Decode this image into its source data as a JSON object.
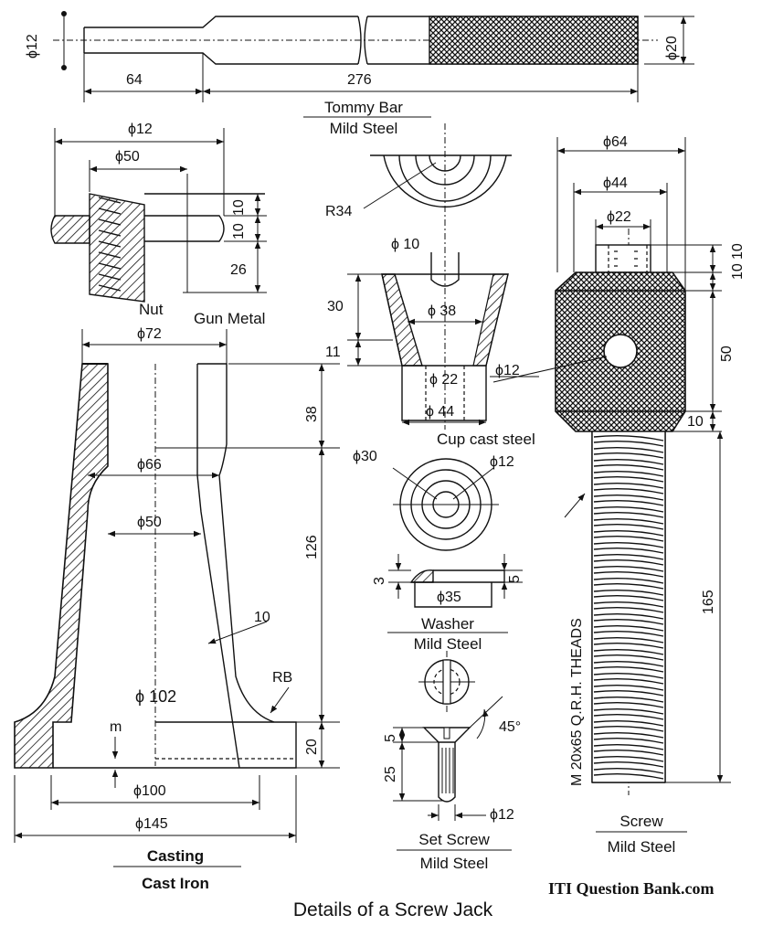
{
  "title": "Details of a Screw Jack",
  "watermark": "ITI Question Bank.com",
  "tommy_bar": {
    "name": "Tommy Bar",
    "material": "Mild Steel",
    "dims": {
      "end_dia": "ϕ12",
      "head_dia": "ϕ20",
      "short_len": "64",
      "long_len": "276"
    }
  },
  "nut": {
    "name": "Nut",
    "material": "Gun Metal",
    "dims": {
      "outer_dia": "ϕ12",
      "inner_dia": "ϕ50",
      "d10a": "10",
      "d10b": "10",
      "d26": "26"
    }
  },
  "cup": {
    "name": "Cup cast steel",
    "dims": {
      "radius": "R34",
      "pin_dia": "ϕ 10",
      "d30": "30",
      "d11": "11",
      "bore": "ϕ 38",
      "d22": "ϕ 22",
      "base": "ϕ 44",
      "side": "ϕ12"
    }
  },
  "washer": {
    "name": "Washer",
    "material": "Mild Steel",
    "dims": {
      "outer": "ϕ30",
      "inner": "ϕ12",
      "thk": "3",
      "t5": "5",
      "dia": "ϕ35"
    }
  },
  "set_screw": {
    "name": "Set Screw",
    "material": "Mild Steel",
    "dims": {
      "angle": "45°",
      "d5": "5",
      "d25": "25",
      "dia": "ϕ12"
    }
  },
  "screw": {
    "name": "Screw",
    "material": "Mild Steel",
    "thread": "M 20x65 Q.R.H. THEADS",
    "dims": {
      "head_dia": "ϕ64",
      "d44": "ϕ44",
      "d22": "ϕ22",
      "d10a": "10",
      "d10b": "10",
      "d50": "50",
      "d10c": "10",
      "d165": "165"
    }
  },
  "casting": {
    "name": "Casting",
    "material": "Cast Iron",
    "dims": {
      "d72": "ϕ72",
      "d38": "38",
      "d66": "ϕ66",
      "d50": "ϕ50",
      "d126": "126",
      "d10": "10",
      "rb": "RB",
      "d102": "ϕ 102",
      "m": "m",
      "d20": "20",
      "d100": "ϕ100",
      "d145": "ϕ145"
    }
  }
}
